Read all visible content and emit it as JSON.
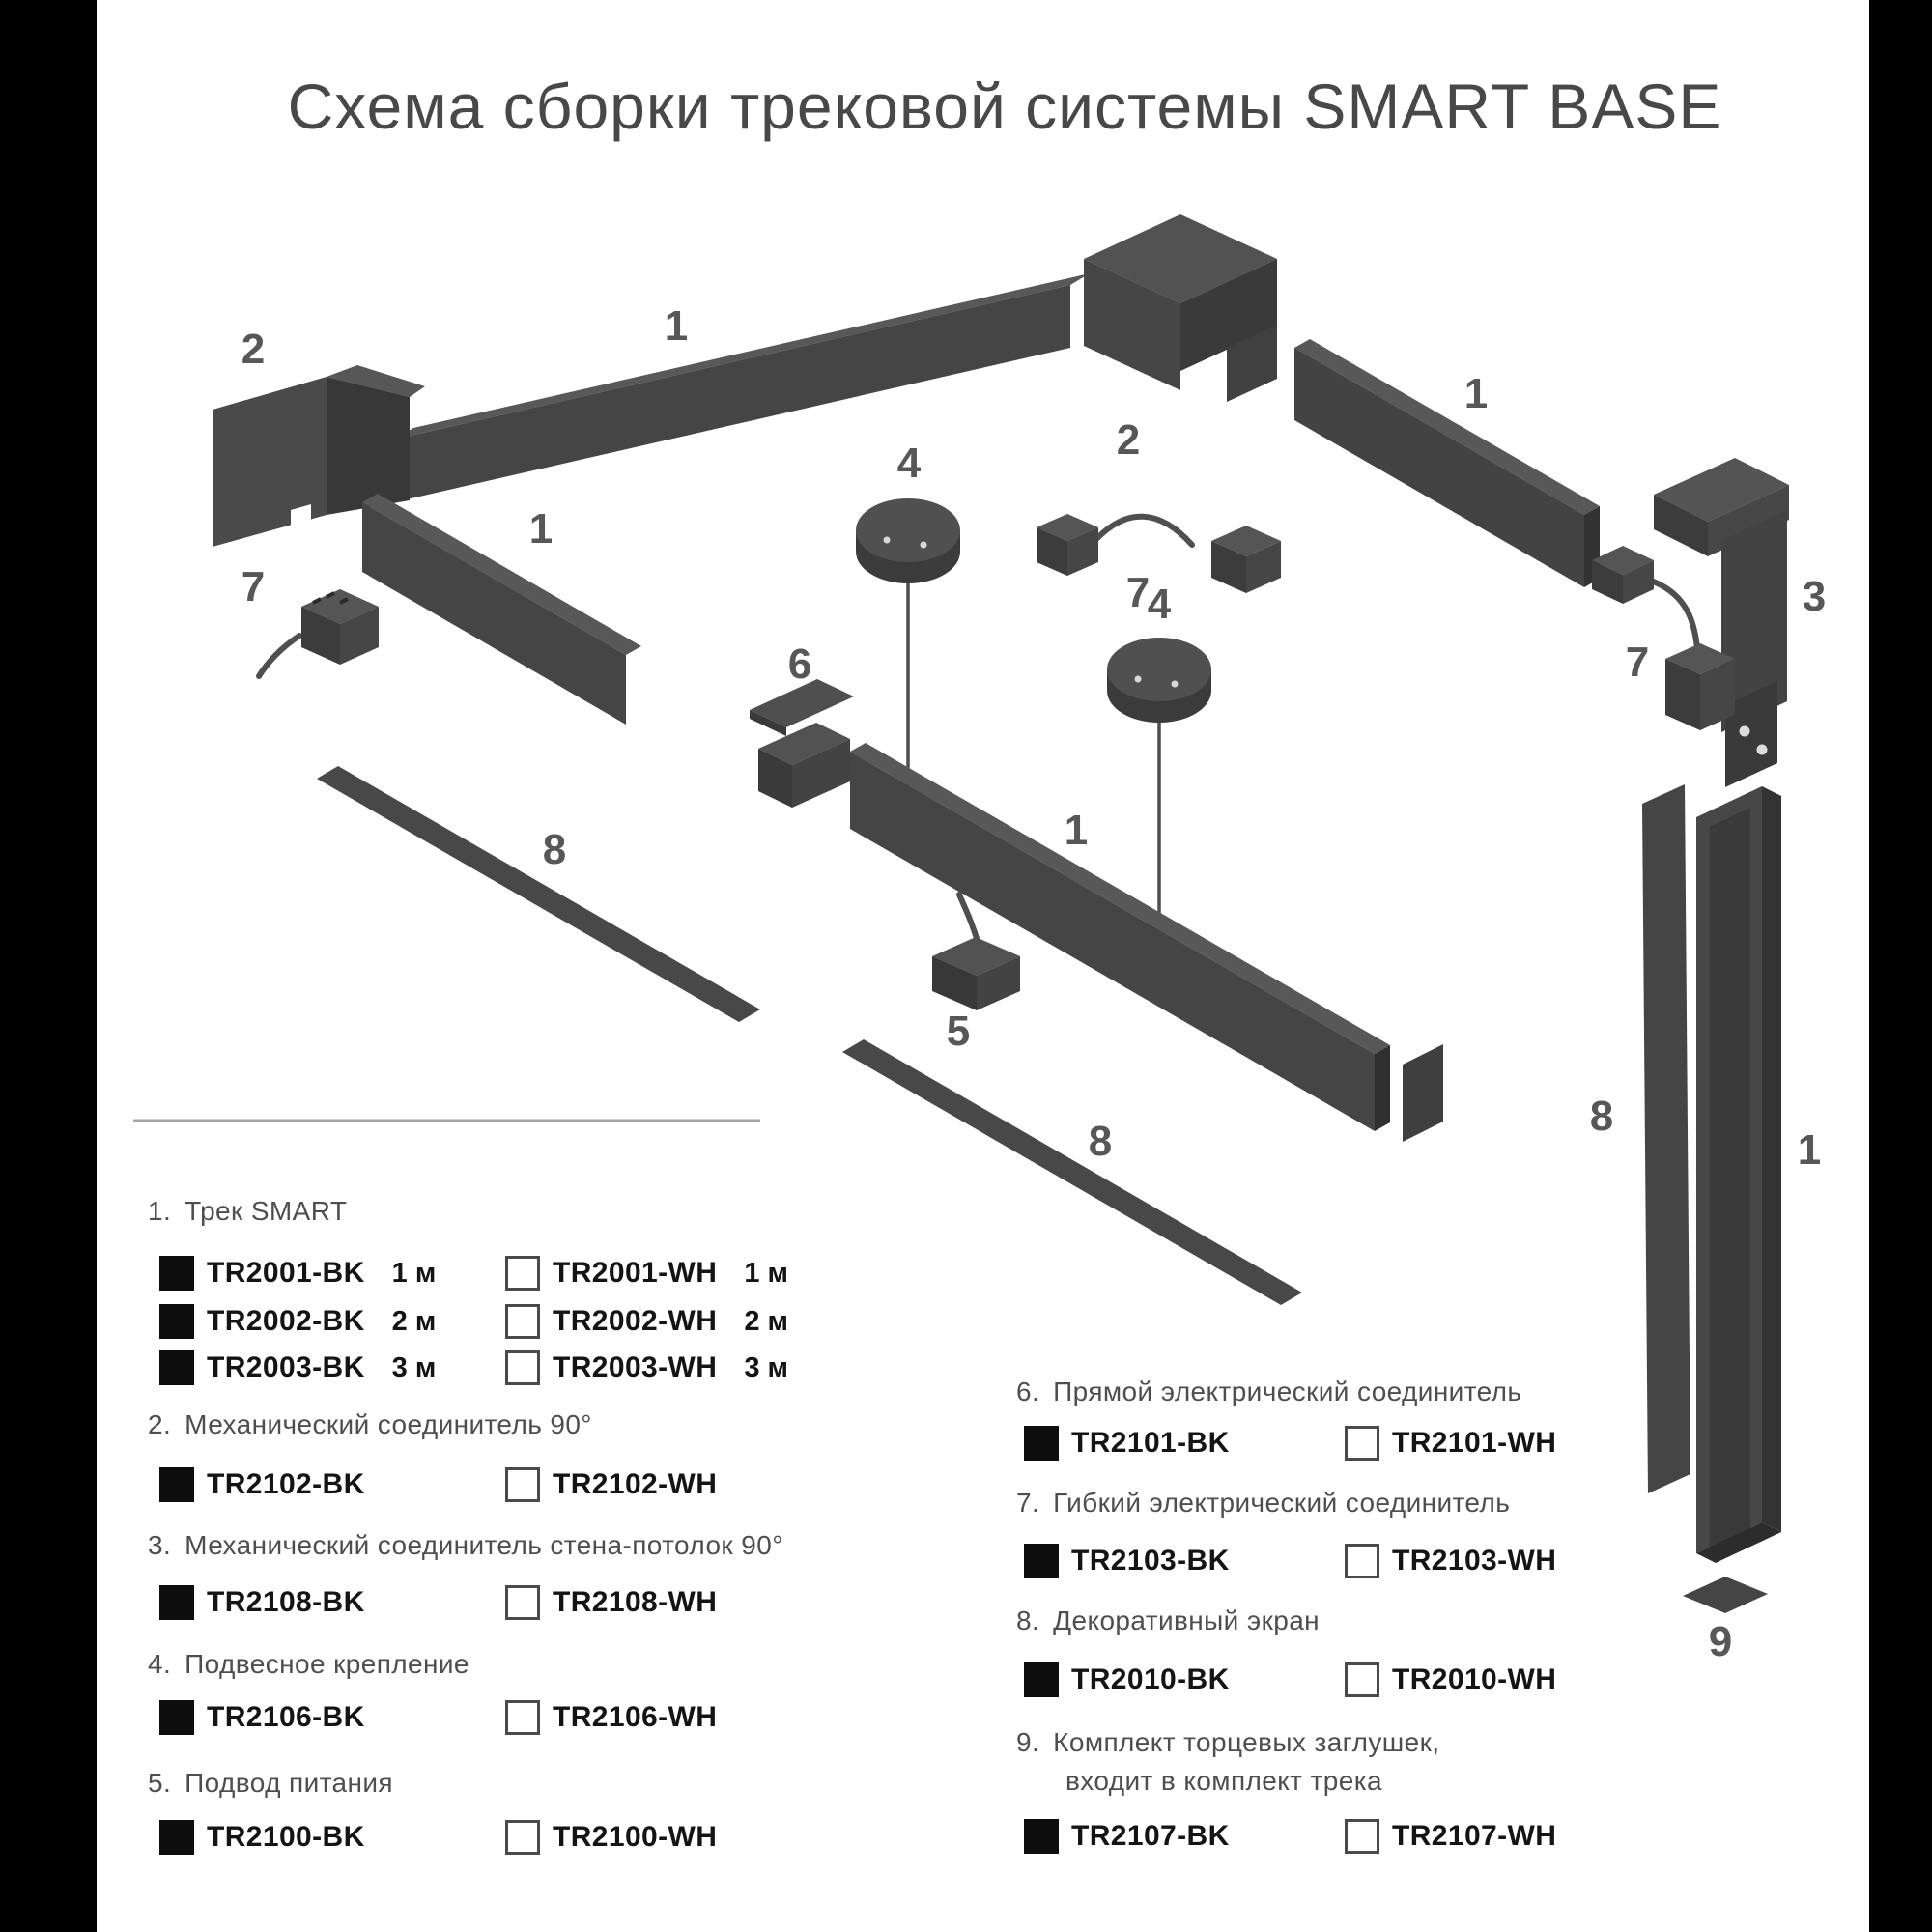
{
  "title": "Схема сборки трековой системы SMART BASE",
  "diagram": {
    "callouts": [
      "1",
      "2",
      "2",
      "7",
      "1",
      "3",
      "7",
      "7",
      "1",
      "4",
      "4",
      "6",
      "1",
      "5",
      "8",
      "8",
      "8",
      "1",
      "9"
    ]
  },
  "legend": {
    "sections": [
      {
        "num": "1.",
        "title": "Трек SMART",
        "rows": [
          {
            "bk": "TR2001-BK",
            "bk_size": "1 м",
            "wh": "TR2001-WH",
            "wh_size": "1 м"
          },
          {
            "bk": "TR2002-BK",
            "bk_size": "2 м",
            "wh": "TR2002-WH",
            "wh_size": "2 м"
          },
          {
            "bk": "TR2003-BK",
            "bk_size": "3 м",
            "wh": "TR2003-WH",
            "wh_size": "3 м"
          }
        ]
      },
      {
        "num": "2.",
        "title": "Механический соединитель 90°",
        "rows": [
          {
            "bk": "TR2102-BK",
            "wh": "TR2102-WH"
          }
        ]
      },
      {
        "num": "3.",
        "title": "Механический соединитель стена-потолок 90°",
        "rows": [
          {
            "bk": "TR2108-BK",
            "wh": "TR2108-WH"
          }
        ]
      },
      {
        "num": "4.",
        "title": "Подвесное крепление",
        "rows": [
          {
            "bk": "TR2106-BK",
            "wh": "TR2106-WH"
          }
        ]
      },
      {
        "num": "5.",
        "title": "Подвод питания",
        "rows": [
          {
            "bk": "TR2100-BK",
            "wh": "TR2100-WH"
          }
        ]
      },
      {
        "num": "6.",
        "title": "Прямой электрический соединитель",
        "rows": [
          {
            "bk": "TR2101-BK",
            "wh": "TR2101-WH"
          }
        ]
      },
      {
        "num": "7.",
        "title": "Гибкий электрический соединитель",
        "rows": [
          {
            "bk": "TR2103-BK",
            "wh": "TR2103-WH"
          }
        ]
      },
      {
        "num": "8.",
        "title": "Декоративный экран",
        "rows": [
          {
            "bk": "TR2010-BK",
            "wh": "TR2010-WH"
          }
        ]
      },
      {
        "num": "9.",
        "title": "Комплект торцевых заглушек,",
        "title2": "входит в комплект трека",
        "rows": [
          {
            "bk": "TR2107-BK",
            "wh": "TR2107-WH"
          }
        ]
      }
    ]
  }
}
